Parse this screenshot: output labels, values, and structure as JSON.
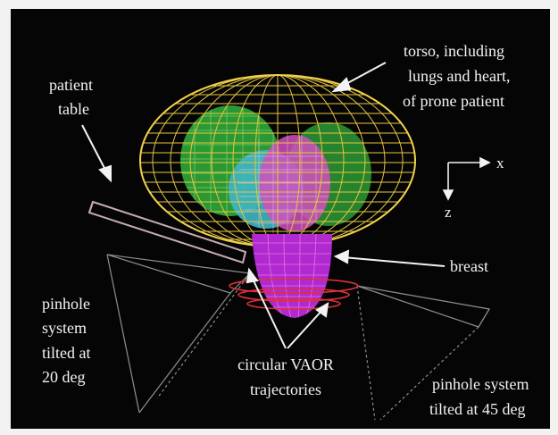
{
  "labels": {
    "torso": [
      "torso, including",
      "lungs and heart,",
      "of prone patient"
    ],
    "table": [
      "patient",
      "table"
    ],
    "axis_x": "x",
    "axis_z": "z",
    "breast": "breast",
    "pinhole_left": [
      "pinhole",
      "system",
      "tilted at",
      "20 deg"
    ],
    "vaor": [
      "circular VAOR",
      "trajectories"
    ],
    "pinhole_right": [
      "pinhole system",
      "tilted at 45 deg"
    ]
  },
  "colors": {
    "background": "#050505",
    "torso_wireframe": "#e7c640",
    "lungs": "#2faa3a",
    "heart_cyan": "#3fb6c8",
    "heart_pink": "#d24fbf",
    "breast": "#b02ad0",
    "trajectory_rings": "#e0303a",
    "table": "#c9aab3"
  }
}
